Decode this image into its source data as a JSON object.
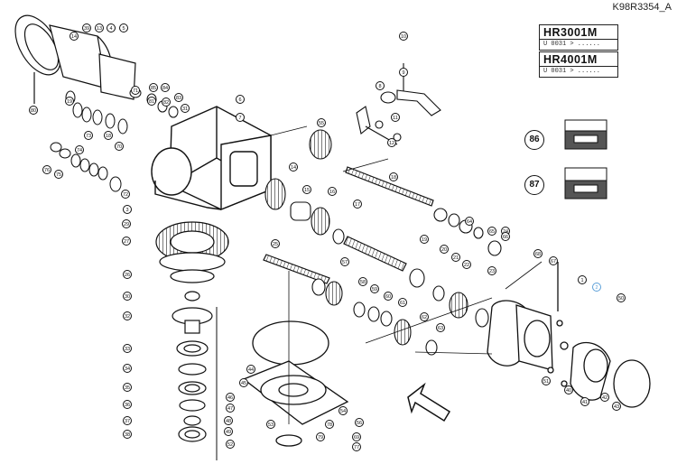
{
  "document": {
    "id": "K98R3354_A"
  },
  "models": [
    {
      "name": "HR3001M",
      "serial": "U 0031 > ......"
    },
    {
      "name": "HR4001M",
      "serial": "U 0031 > ......"
    }
  ],
  "kit_callouts": [
    {
      "number": "86",
      "icon": "parts-kit-box-icon"
    },
    {
      "number": "87",
      "icon": "parts-kit-box-icon"
    }
  ],
  "highlight": {
    "callout": "2",
    "color": "#5a9fd8"
  },
  "direction_arrow": {
    "icon": "assembly-direction-arrow-icon"
  },
  "callouts": [
    "80",
    "14",
    "39",
    "13",
    "4",
    "5",
    "76",
    "75",
    "19",
    "74",
    "73",
    "18",
    "70",
    "71",
    "72",
    "3",
    "29",
    "27",
    "26",
    "30",
    "32",
    "33",
    "34",
    "35",
    "36",
    "37",
    "38",
    "31",
    "10",
    "9",
    "8",
    "11",
    "12",
    "6",
    "7",
    "55",
    "14",
    "15",
    "16",
    "17",
    "18",
    "19",
    "20",
    "21",
    "22",
    "23",
    "24",
    "25",
    "57",
    "58",
    "59",
    "60",
    "61",
    "62",
    "63",
    "64",
    "65",
    "66",
    "67",
    "68",
    "1",
    "2",
    "50",
    "51",
    "40",
    "41",
    "42",
    "43",
    "44",
    "45",
    "46",
    "47",
    "48",
    "49",
    "52",
    "53",
    "54",
    "56",
    "69",
    "77",
    "78",
    "79",
    "81",
    "82",
    "83",
    "84",
    "85"
  ]
}
